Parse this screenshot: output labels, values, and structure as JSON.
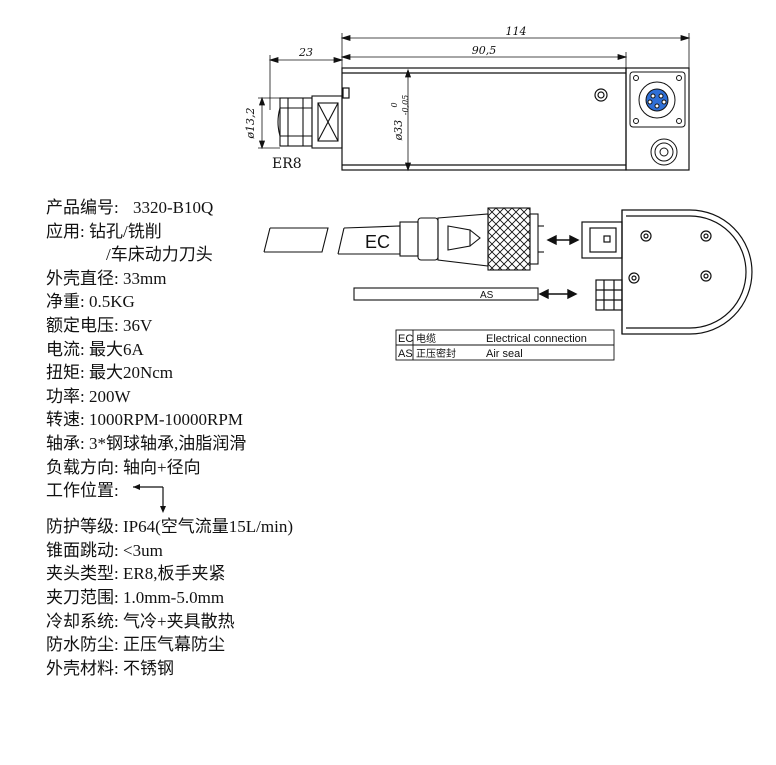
{
  "drawing": {
    "dim_total": "114",
    "dim_body": "90,5",
    "dim_nose": "23",
    "dim_dia_collet": "ø13,2",
    "dim_dia_body": "ø33",
    "dim_tol_upper": "0",
    "dim_tol_lower": "-0,05",
    "collet_label": "ER8"
  },
  "connector": {
    "ec_tag": "EC",
    "as_tag": "AS"
  },
  "legend": {
    "rows": [
      {
        "code": "EC",
        "cn": "电缆",
        "en": "Electrical connection"
      },
      {
        "code": "AS",
        "cn": "正压密封",
        "en": "Air seal"
      }
    ]
  },
  "specs": {
    "model": {
      "label": "产品编号: ",
      "value": "3320-B10Q"
    },
    "application": {
      "label": "应用: ",
      "value": "钻孔/铣削"
    },
    "application_2": "/车床动力刀头",
    "housing_diameter": {
      "label": "外壳直径: ",
      "value": "33mm"
    },
    "net_weight": {
      "label": "净重: ",
      "value": "0.5KG"
    },
    "rated_voltage": {
      "label": "额定电压: ",
      "value": "36V"
    },
    "current": {
      "label": "电流: ",
      "value": "最大6A"
    },
    "torque": {
      "label": "扭矩: ",
      "value": "最大20Ncm"
    },
    "power": {
      "label": "功率: ",
      "value": "200W"
    },
    "speed": {
      "label": "转速: ",
      "value": "1000RPM-10000RPM"
    },
    "bearing": {
      "label": "轴承: ",
      "value": "3*钢球轴承,油脂润滑"
    },
    "load_direction": {
      "label": "负载方向: ",
      "value": "轴向+径向"
    },
    "working_position": {
      "label": "工作位置: "
    },
    "protection": {
      "label": "防护等级: ",
      "value": "IP64(空气流量15L/min)"
    },
    "runout": {
      "label": "锥面跳动: ",
      "value": "<3um"
    },
    "collet_type": {
      "label": "夹头类型: ",
      "value": "ER8,板手夹紧"
    },
    "clamping_range": {
      "label": "夹刀范围: ",
      "value": "1.0mm-5.0mm"
    },
    "cooling": {
      "label": "冷却系统: ",
      "value": "气冷+夹具散热"
    },
    "waterproof": {
      "label": "防水防尘: ",
      "value": "正压气幕防尘"
    },
    "material": {
      "label": "外壳材料: ",
      "value": "不锈钢"
    }
  }
}
